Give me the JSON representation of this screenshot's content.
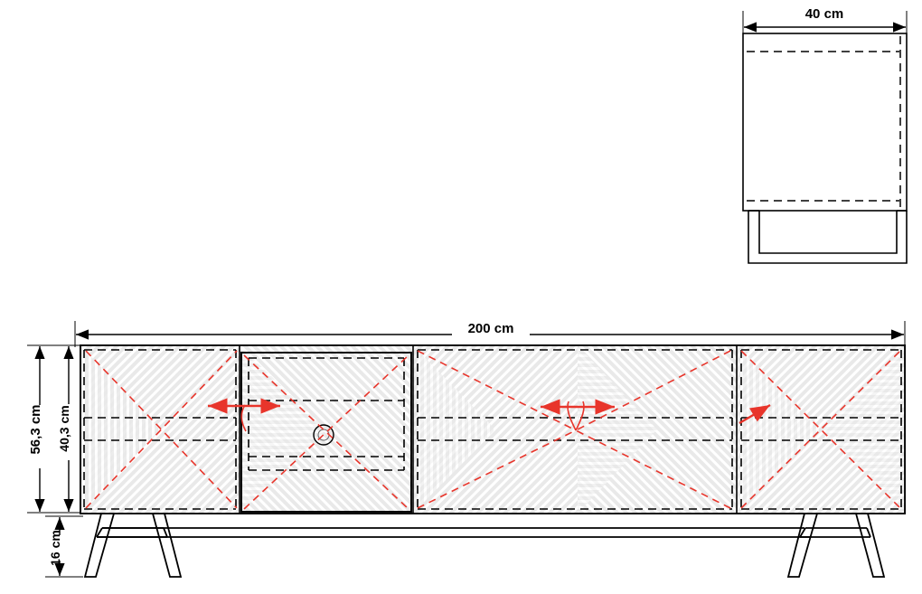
{
  "drawing": {
    "title": "TV cabinet technical drawing",
    "units": "cm",
    "dimensions": {
      "width_label": "200 cm",
      "depth_label": "40 cm",
      "total_height_label": "56,3 cm",
      "body_height_label": "40,3 cm",
      "leg_height_label": "16 cm"
    },
    "views": {
      "side_view_name": "side-view",
      "front_view_name": "front-view"
    },
    "colors": {
      "outline": "#000000",
      "hidden_line": "#000000",
      "opening_arrow": "#e8352b",
      "panel_fill": "#e9e9e9",
      "panel_hatch": "#ffffff",
      "background": "#ffffff"
    },
    "front_panels": [
      {
        "name": "panel-left-door",
        "opening": "left-swing"
      },
      {
        "name": "panel-drawer",
        "opening": "pull-out"
      },
      {
        "name": "panel-center-double-door",
        "opening": "double-swing"
      },
      {
        "name": "panel-right-door",
        "opening": "right-swing"
      }
    ]
  }
}
